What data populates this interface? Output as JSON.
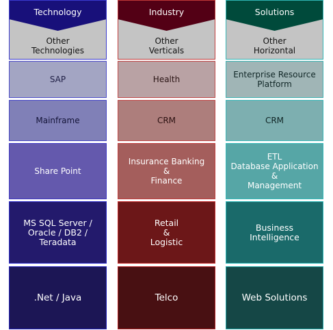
{
  "columns": [
    {
      "title": "Technology",
      "subtitle": "Other\nTechnologies",
      "header_color": "#18107a",
      "accent_color": "#3a3ad0",
      "cells": [
        "SAP",
        "Mainframe",
        "Share Point",
        "MS SQL Server /\nOracle / DB2 /\nTeradata",
        ".Net / Java"
      ]
    },
    {
      "title": "Industry",
      "subtitle": "Other\nVerticals",
      "header_color": "#530015",
      "accent_color": "#c03838",
      "cells": [
        "Health",
        "CRM",
        "Insurance Banking\n&\nFinance",
        "Retail\n&\nLogistic",
        "Telco"
      ]
    },
    {
      "title": "Solutions",
      "subtitle": "Other\nHorizontal",
      "header_color": "#004a3b",
      "accent_color": "#2fb5b5",
      "cells": [
        "Enterprise Resource\nPlatform",
        "CRM",
        "ETL\nDatabase Application\n&\nManagement",
        "Business\nIntelligence",
        "Web Solutions"
      ]
    }
  ]
}
